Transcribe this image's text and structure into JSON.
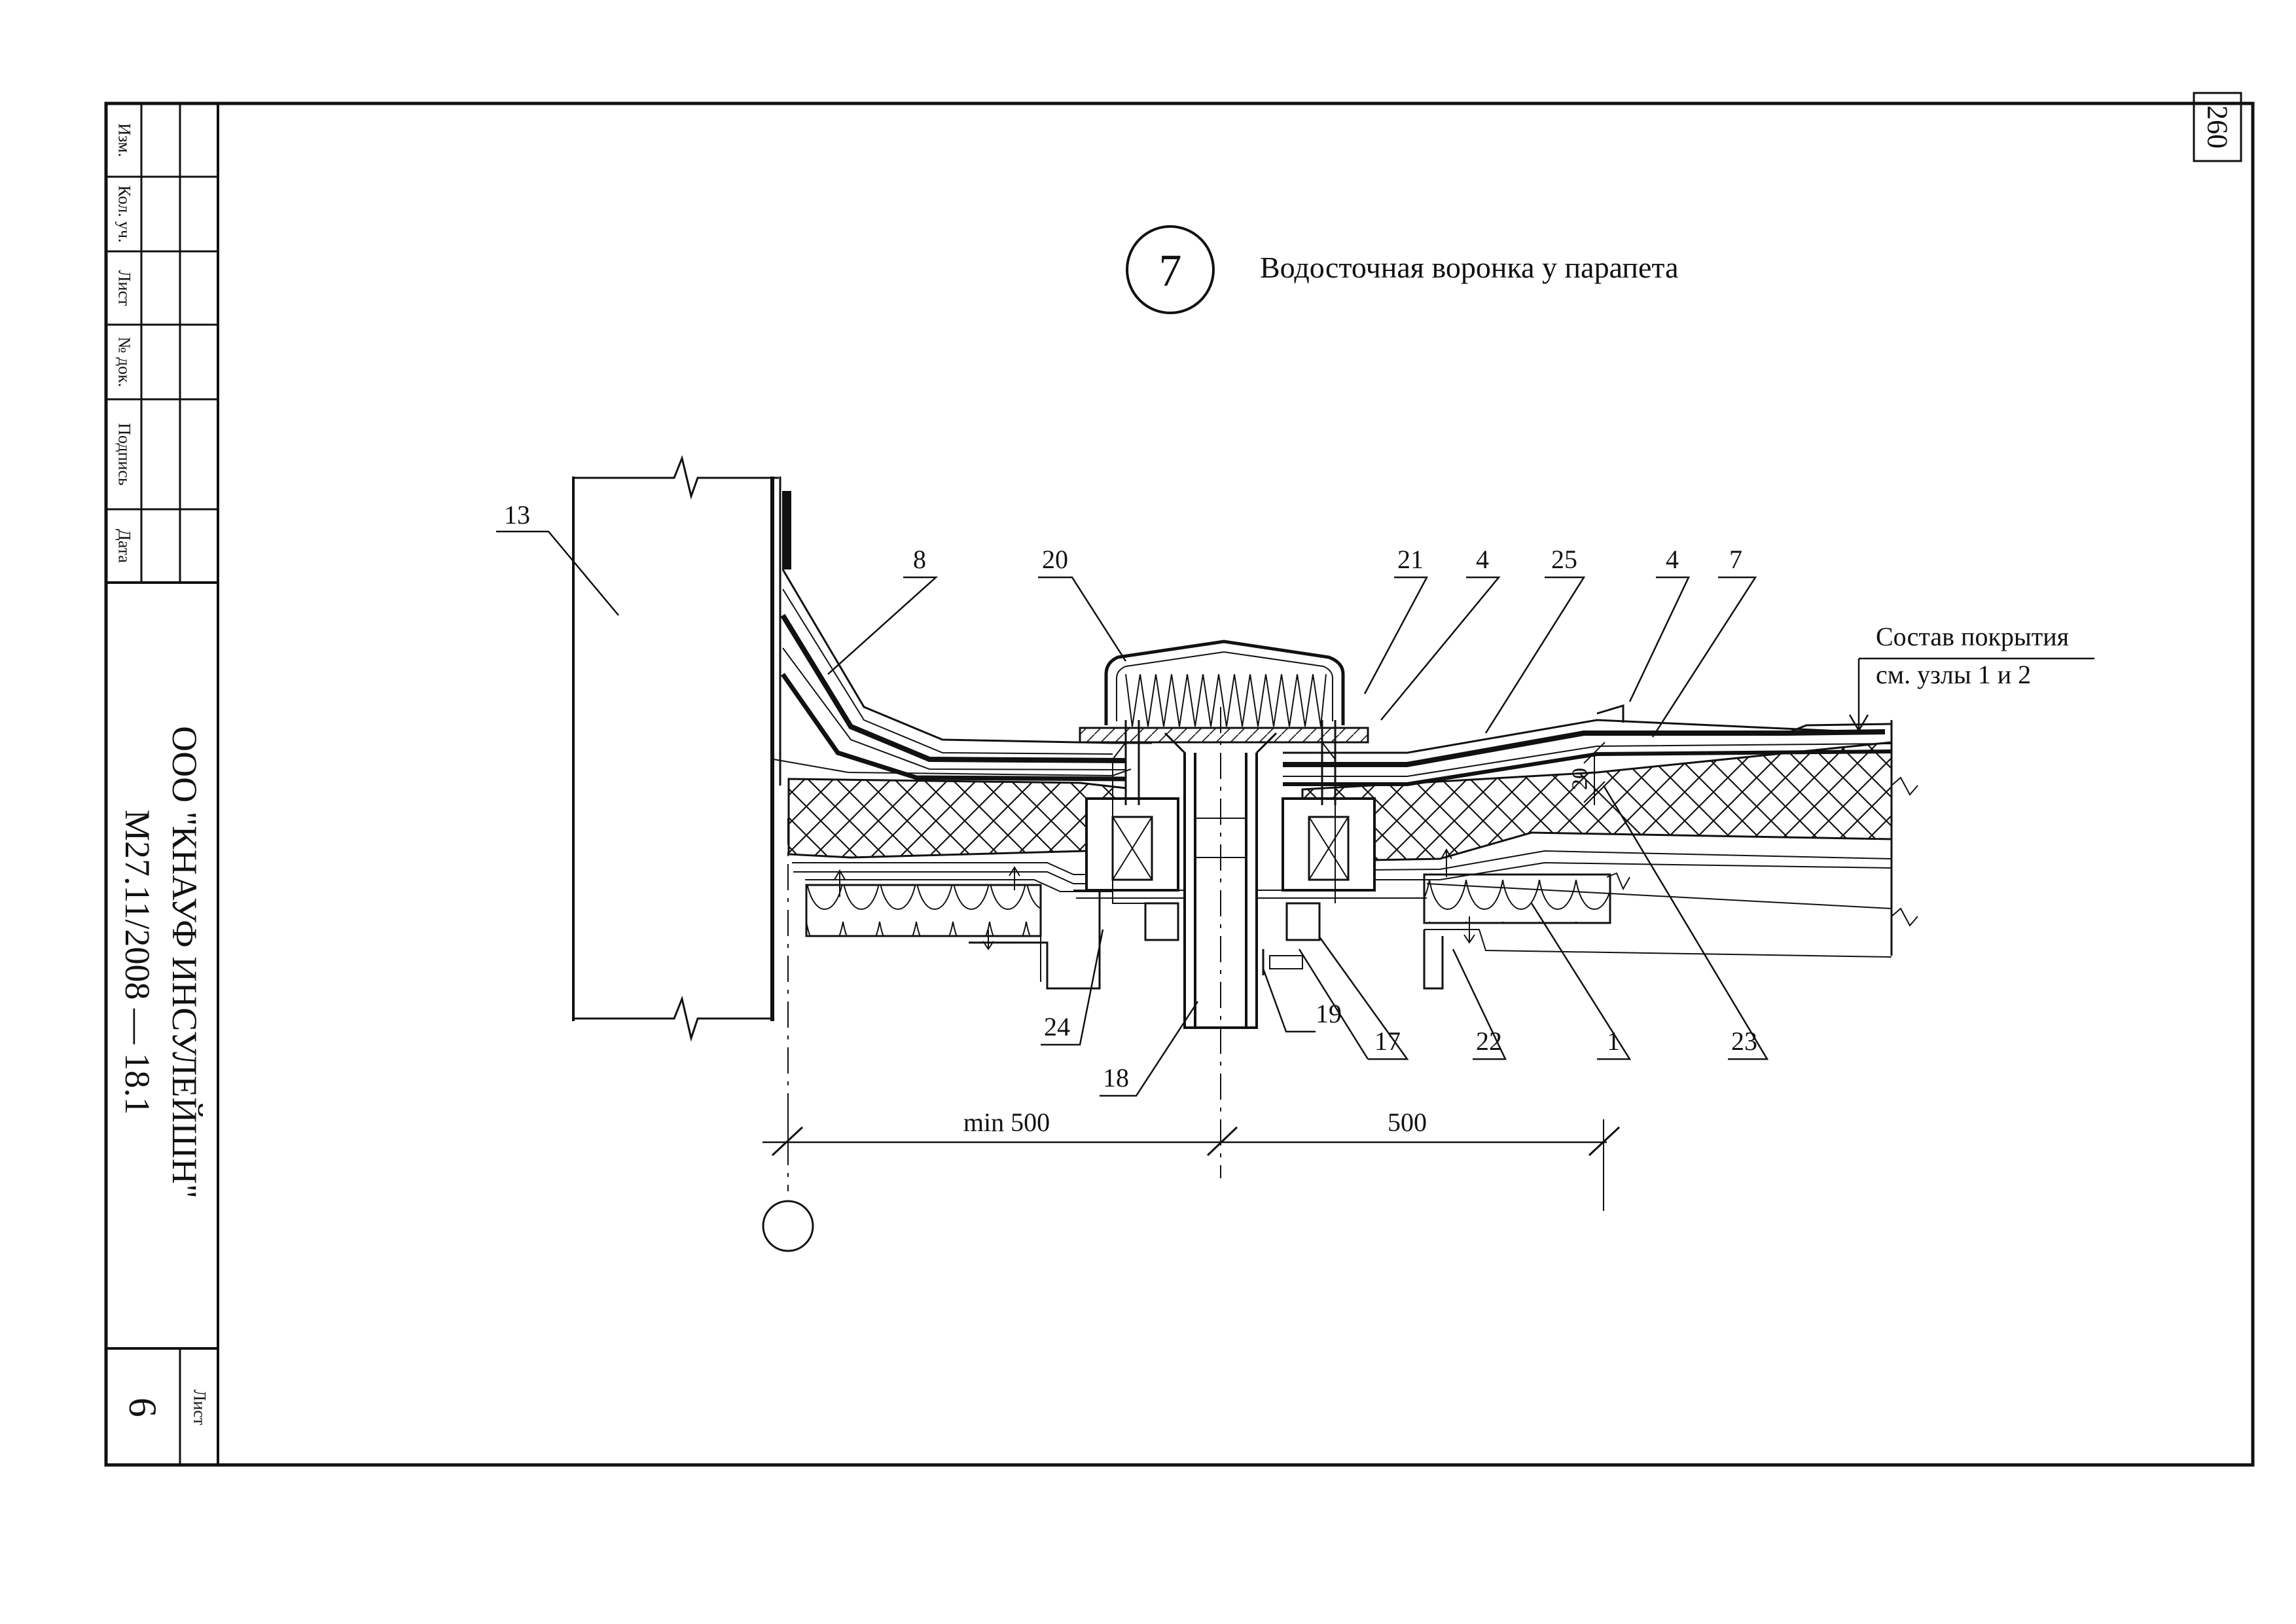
{
  "sheet_number": "260",
  "stamp": {
    "headers": [
      "Изм.",
      "Кол. уч.",
      "Лист",
      "№ док.",
      "Подпись",
      "Дата"
    ],
    "company": "ООО \"КНАУФ ИНСУЛЕЙШН\"",
    "document_code": "М27.11/2008 — 18.1",
    "sheet_label": "Лист",
    "sheet_value": "6"
  },
  "detail": {
    "number": "7",
    "title": "Водосточная воронка у парапета"
  },
  "callouts": {
    "c13": "13",
    "c8": "8",
    "c20": "20",
    "c21": "21",
    "c4a": "4",
    "c25": "25",
    "c4b": "4",
    "c7": "7",
    "c24": "24",
    "c18": "18",
    "c19": "19",
    "c17": "17",
    "c22": "22",
    "c1": "1",
    "c23": "23",
    "thickness": "20"
  },
  "note": {
    "line1": "Состав покрытия",
    "line2": "см. узлы 1 и 2"
  },
  "dimensions": {
    "left": "min 500",
    "right": "500"
  }
}
